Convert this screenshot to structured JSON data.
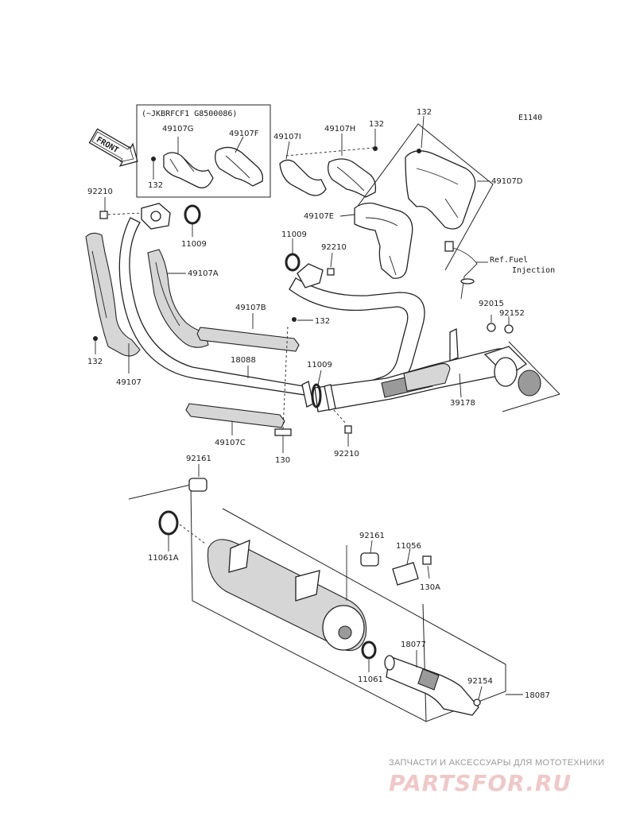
{
  "diagram_code": "E1140",
  "front_label": "FRONT",
  "inset_note": "(~JKBRFCF1 G8500086)",
  "ref_note": [
    "Ref.Fuel",
    "Injection"
  ],
  "labels": {
    "p132_inset": "132",
    "p49107G": "49107G",
    "p49107F": "49107F",
    "p49107I": "49107I",
    "p49107H": "49107H",
    "p132_top": "132",
    "p132_topright": "132",
    "p49107D": "49107D",
    "p49107E": "49107E",
    "p92210_left": "92210",
    "p11009_left": "11009",
    "p11009_mid": "11009",
    "p92210_mid": "92210",
    "p49107A": "49107A",
    "p49107B": "49107B",
    "p132_b": "132",
    "p132_left": "132",
    "p49107": "49107",
    "p18088": "18088",
    "p11009_gasket": "11009",
    "p92015": "92015",
    "p92152": "92152",
    "p39178": "39178",
    "p49107C": "49107C",
    "p130": "130",
    "p92210_bottom": "92210",
    "p92161_top": "92161",
    "p11061A": "11061A",
    "p92161_right": "92161",
    "p11056": "11056",
    "p130A": "130A",
    "p18077": "18077",
    "p11061": "11061",
    "p92154": "92154",
    "p18087": "18087"
  },
  "watermark": {
    "caption": "ЗАПЧАСТИ И АКСЕССУАРЫ ДЛЯ МОТОТЕХНИКИ",
    "logo": "PARTSFOR.RU"
  }
}
